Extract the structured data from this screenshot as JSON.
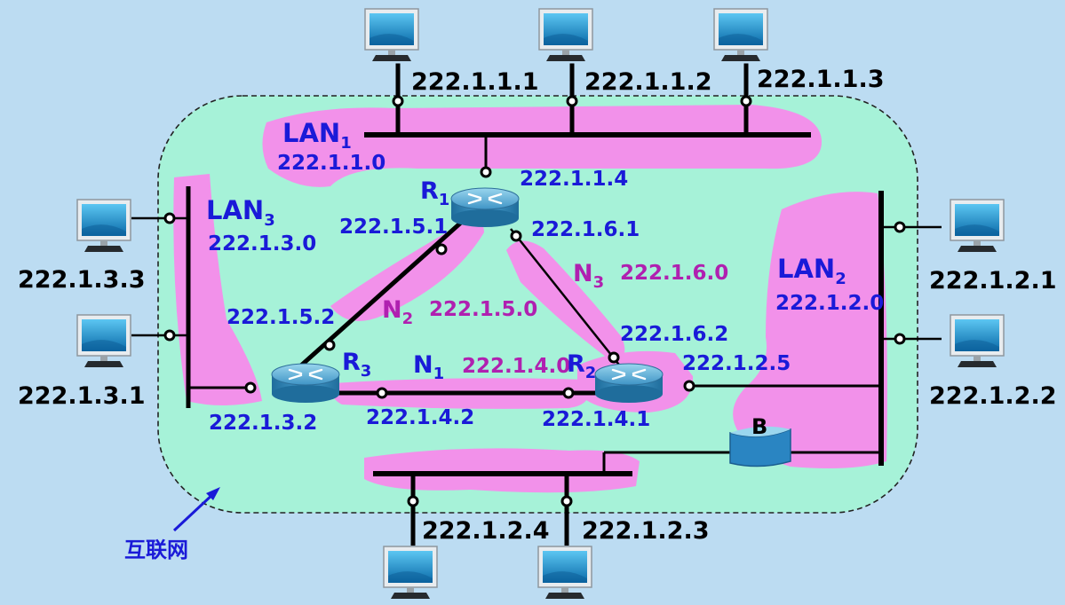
{
  "cloud_label": "互联网",
  "lans": [
    {
      "id": "lan1",
      "name": "LAN",
      "sub": "1",
      "net": "222.1.1.0"
    },
    {
      "id": "lan2",
      "name": "LAN",
      "sub": "2",
      "net": "222.1.2.0"
    },
    {
      "id": "lan3",
      "name": "LAN",
      "sub": "3",
      "net": "222.1.3.0"
    }
  ],
  "links": [
    {
      "id": "n1",
      "name": "N",
      "sub": "1",
      "net": "222.1.4.0"
    },
    {
      "id": "n2",
      "name": "N",
      "sub": "2",
      "net": "222.1.5.0"
    },
    {
      "id": "n3",
      "name": "N",
      "sub": "3",
      "net": "222.1.6.0"
    }
  ],
  "routers": [
    {
      "id": "r1",
      "name": "R",
      "sub": "1"
    },
    {
      "id": "r2",
      "name": "R",
      "sub": "2"
    },
    {
      "id": "r3",
      "name": "R",
      "sub": "3"
    }
  ],
  "bridge": {
    "label": "B"
  },
  "hosts": [
    "222.1.1.1",
    "222.1.1.2",
    "222.1.1.3",
    "222.1.2.1",
    "222.1.2.2",
    "222.1.2.3",
    "222.1.2.4",
    "222.1.3.1",
    "222.1.3.3"
  ],
  "interfaces": [
    "222.1.1.4",
    "222.1.5.1",
    "222.1.6.1",
    "222.1.5.2",
    "222.1.3.2",
    "222.1.4.2",
    "222.1.4.1",
    "222.1.6.2",
    "222.1.2.5"
  ]
}
